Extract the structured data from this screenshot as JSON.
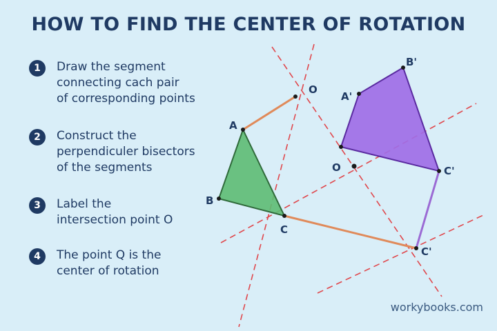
{
  "title": "HOW TO FIND THE CENTER OF ROTATION",
  "steps": [
    {
      "number": "1",
      "text": "Draw the segment\nconnecting cach pair\nof corresponding points"
    },
    {
      "number": "2",
      "text": "Construct the\nperpendiculer bisectors\nof the segments"
    },
    {
      "number": "3",
      "text": "Label the\nintersection point O"
    },
    {
      "number": "4",
      "text": "The point Q is the\ncenter of rotation"
    }
  ],
  "labels": {
    "O_top": "O",
    "A": "A",
    "B": "B",
    "C": "C",
    "A_prime": "A'",
    "B_prime": "B'",
    "C_prime_right": "C'",
    "C_prime_bottom": "C'",
    "O_center": "O"
  },
  "credit": "workybooks.com",
  "colors": {
    "background": "#d9eef8",
    "title": "#1f3a63",
    "triangle_fill": "#5dbb73",
    "triangle_stroke": "#2f6a3a",
    "quad_fill": "#a06ee6",
    "quad_stroke": "#5a2aa0",
    "segment": "#e08a5a",
    "bisector": "#e0474c"
  }
}
